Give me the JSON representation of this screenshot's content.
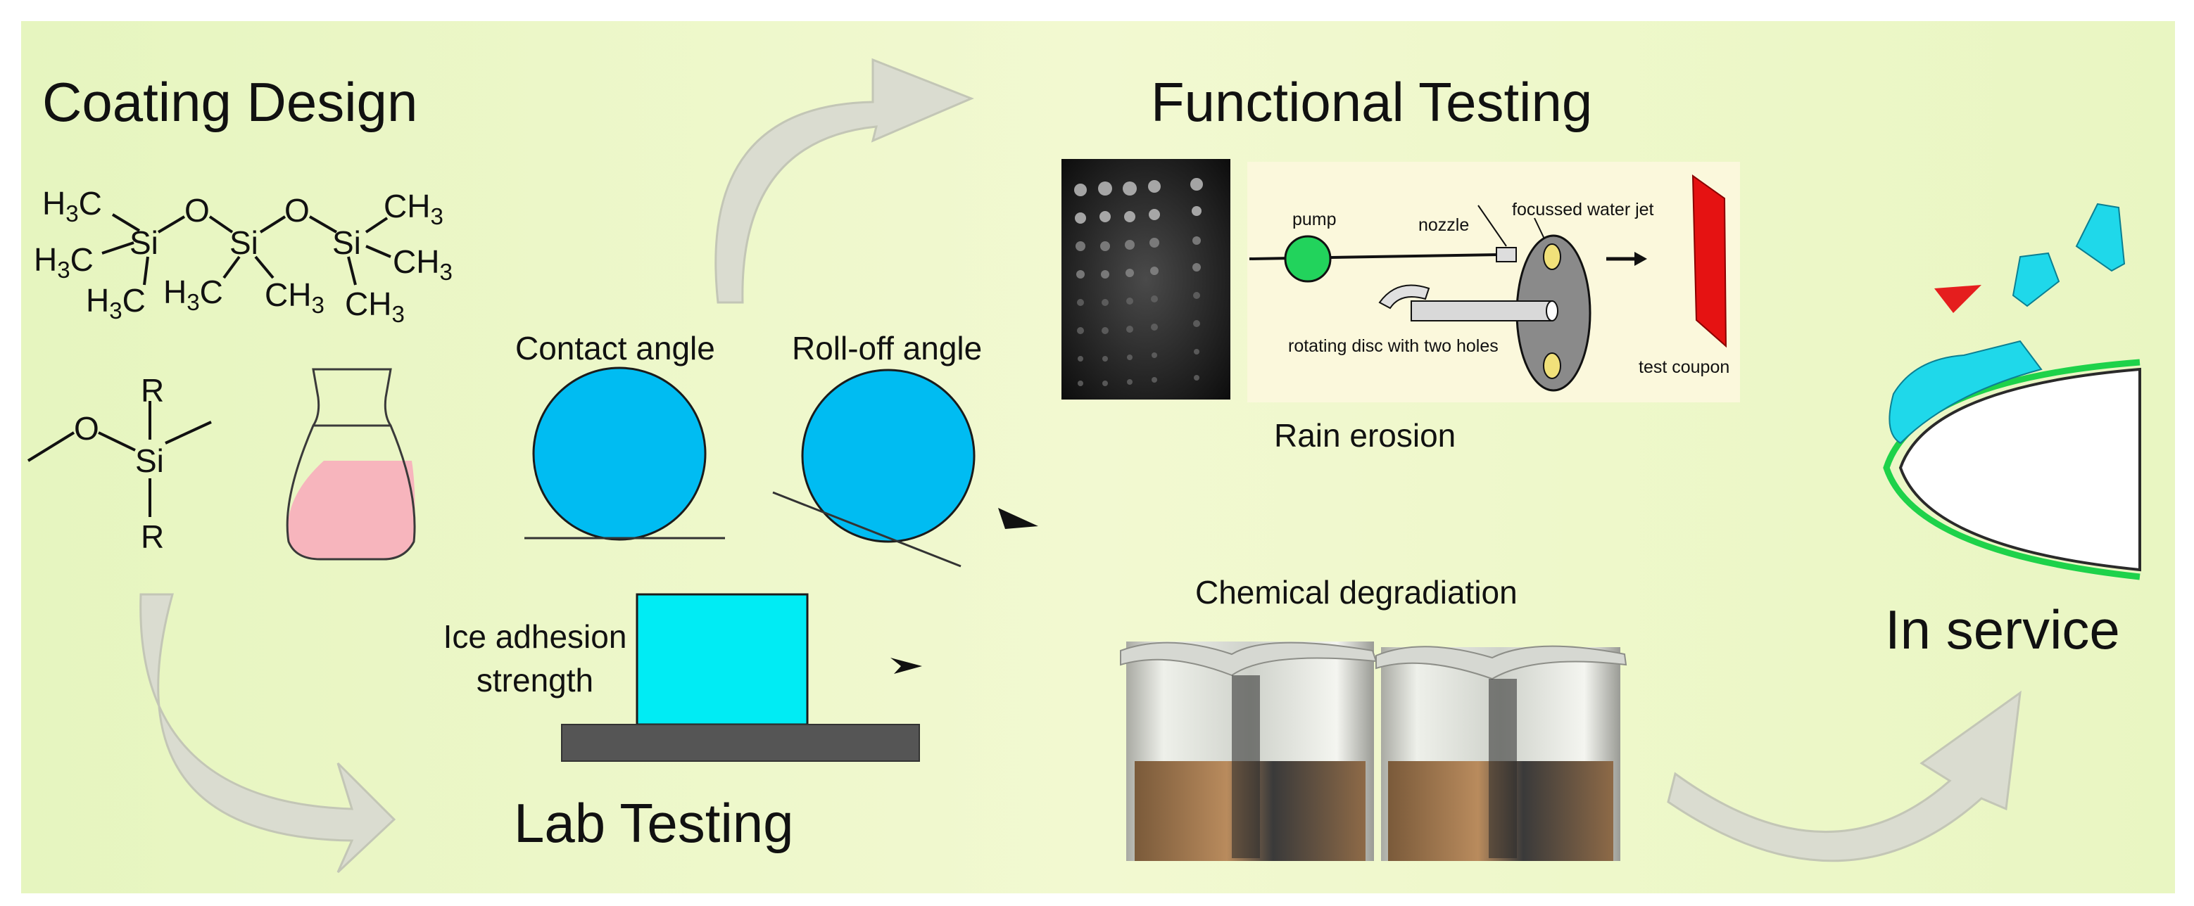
{
  "headings": {
    "coating_design": "Coating Design",
    "functional_testing": "Functional Testing",
    "lab_testing": "Lab Testing",
    "in_service": "In service"
  },
  "molecule_a": {
    "h3c_1": "H3C",
    "ch3_1": "CH3",
    "h3c_2": "H3C",
    "h3c_3": "H3C",
    "h3c_4": "H3C",
    "ch3_2": "CH3",
    "ch3_3": "CH3",
    "ch3_4": "CH3",
    "si_1": "Si",
    "si_2": "Si",
    "si_3": "Si",
    "o_1": "O",
    "o_2": "O"
  },
  "molecule_b": {
    "o": "O",
    "si": "Si",
    "r_top": "R",
    "r_bottom": "R"
  },
  "lab": {
    "contact_angle": "Contact angle",
    "roll_off_angle": "Roll-off angle",
    "ice_adhesion_line1": "Ice adhesion",
    "ice_adhesion_line2": "strength"
  },
  "rig": {
    "pump": "pump",
    "nozzle": "nozzle",
    "focussed_water_jet": "focussed  water jet",
    "rotating_disc": "rotating disc with two holes",
    "test_coupon": "test coupon"
  },
  "functional": {
    "rain_erosion": "Rain erosion",
    "chemical_degradation": "Chemical degradiation"
  },
  "colors": {
    "background": "#eef8c6",
    "droplet": "#00bcf2",
    "ice_block": "#00ecf4",
    "flask_liquid": "#f7b5bd",
    "substrate": "#555555",
    "arrow": "#d9dcd0",
    "coupon": "#e51212",
    "pump": "#22d35c",
    "ice_fragment": "#1fd8ea",
    "green_layer": "#1ed24a",
    "red_shard": "#e51e1e"
  }
}
